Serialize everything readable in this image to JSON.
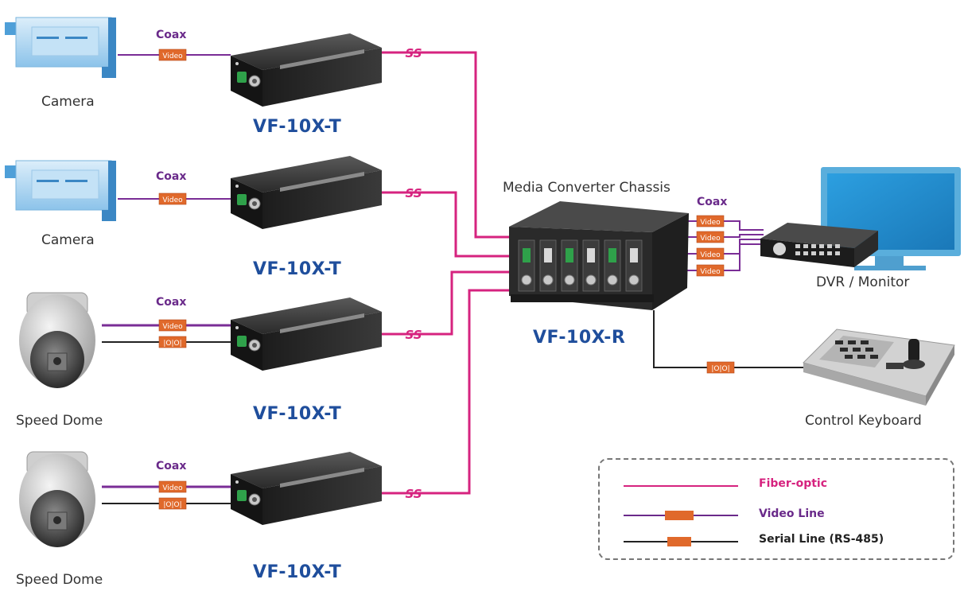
{
  "colors": {
    "fiber": "#d6237f",
    "video": "#7a2d96",
    "serial": "#222222",
    "tag": "#e0692b",
    "model_text": "#1f4e9c",
    "coax_text": "#6a2a8a"
  },
  "converters": [
    {
      "model": "VF-10X-T",
      "source": "Camera",
      "source_icon": "camera-icon"
    },
    {
      "model": "VF-10X-T",
      "source": "Camera",
      "source_icon": "camera-icon"
    },
    {
      "model": "VF-10X-T",
      "source": "Speed Dome",
      "source_icon": "speed-dome-icon"
    },
    {
      "model": "VF-10X-T",
      "source": "Speed Dome",
      "source_icon": "speed-dome-icon"
    }
  ],
  "coax_label": "Coax",
  "video_tag": "Video",
  "serial_tag": "|O|O|",
  "fiber_break": "SS",
  "chassis": {
    "title": "Media Converter Chassis",
    "model": "VF-10X-R",
    "slots": 6
  },
  "dvr": {
    "label": "DVR / Monitor",
    "icon": "dvr-monitor-icon"
  },
  "keyboard": {
    "label": "Control Keyboard",
    "icon": "control-keyboard-icon"
  },
  "legend": {
    "fiber": "Fiber-optic",
    "video": "Video Line",
    "serial": "Serial Line (RS-485)",
    "fiber_color": "#d6237f",
    "video_color": "#6a2a8a",
    "serial_color": "#222222"
  }
}
